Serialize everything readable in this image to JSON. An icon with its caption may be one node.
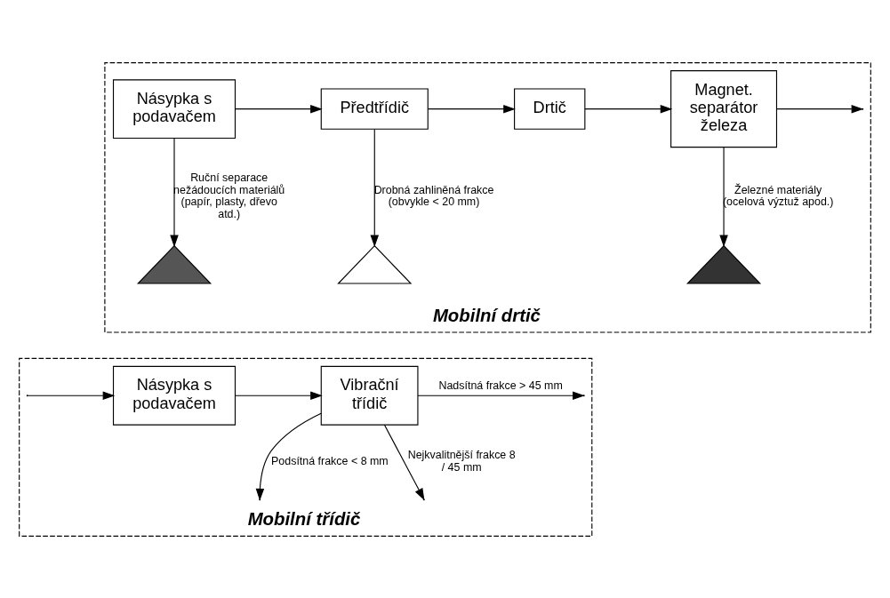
{
  "diagram": {
    "nodes": [
      {
        "text": [
          "Mobilní drtič"
        ]
      },
      {
        "text": [
          "Násypka s podavačem"
        ],
        "in": 0
      },
      {
        "text": [
          "Předtřídič"
        ],
        "in": 0
      },
      {
        "text": [
          "Drtič"
        ],
        "in": 0
      },
      {
        "text": [
          "Magnet. separátor železa"
        ],
        "in": 0
      },
      {
        "text": [],
        "shape": "mound",
        "in": 0
      },
      {
        "text": [],
        "shape": "mound",
        "in": 0
      },
      {
        "text": [],
        "shape": "mound",
        "in": 0
      },
      {
        "text": [
          "Mobilní třídič"
        ]
      },
      {
        "text": [
          "Násypka s podavačem"
        ],
        "in": 8
      },
      {
        "text": [
          "Vibrační třídič"
        ],
        "in": 8
      }
    ],
    "edges": [
      {
        "from": 1,
        "to": 2,
        "arrow": "to"
      },
      {
        "from": 2,
        "to": 3,
        "arrow": "to"
      },
      {
        "from": 3,
        "to": 4,
        "arrow": "to"
      },
      {
        "from": 4,
        "to": null,
        "arrow": "to"
      },
      {
        "from": 1,
        "to": 5,
        "arrow": "to",
        "label": "Ruční separace nežádoucích materiálů (papír, plasty, dřevo atd.)"
      },
      {
        "from": 2,
        "to": 6,
        "arrow": "to",
        "label": "Drobná zahliněná frakce (obvykle < 20 mm)"
      },
      {
        "from": 4,
        "to": 7,
        "arrow": "to",
        "label": "Železné materiály (ocelová výztuž apod.)"
      },
      {
        "from": null,
        "to": 9,
        "arrow": "to"
      },
      {
        "from": 9,
        "to": 10,
        "arrow": "to"
      },
      {
        "from": 10,
        "to": null,
        "arrow": "to",
        "label": "Nadsítná frakce > 45 mm"
      },
      {
        "from": 10,
        "to": null,
        "arrow": "to",
        "label": "Podsítná frakce < 8 mm"
      },
      {
        "from": 10,
        "to": null,
        "arrow": "to",
        "label": "Nejkvalitnější frakce 8 / 45 mm"
      }
    ]
  }
}
